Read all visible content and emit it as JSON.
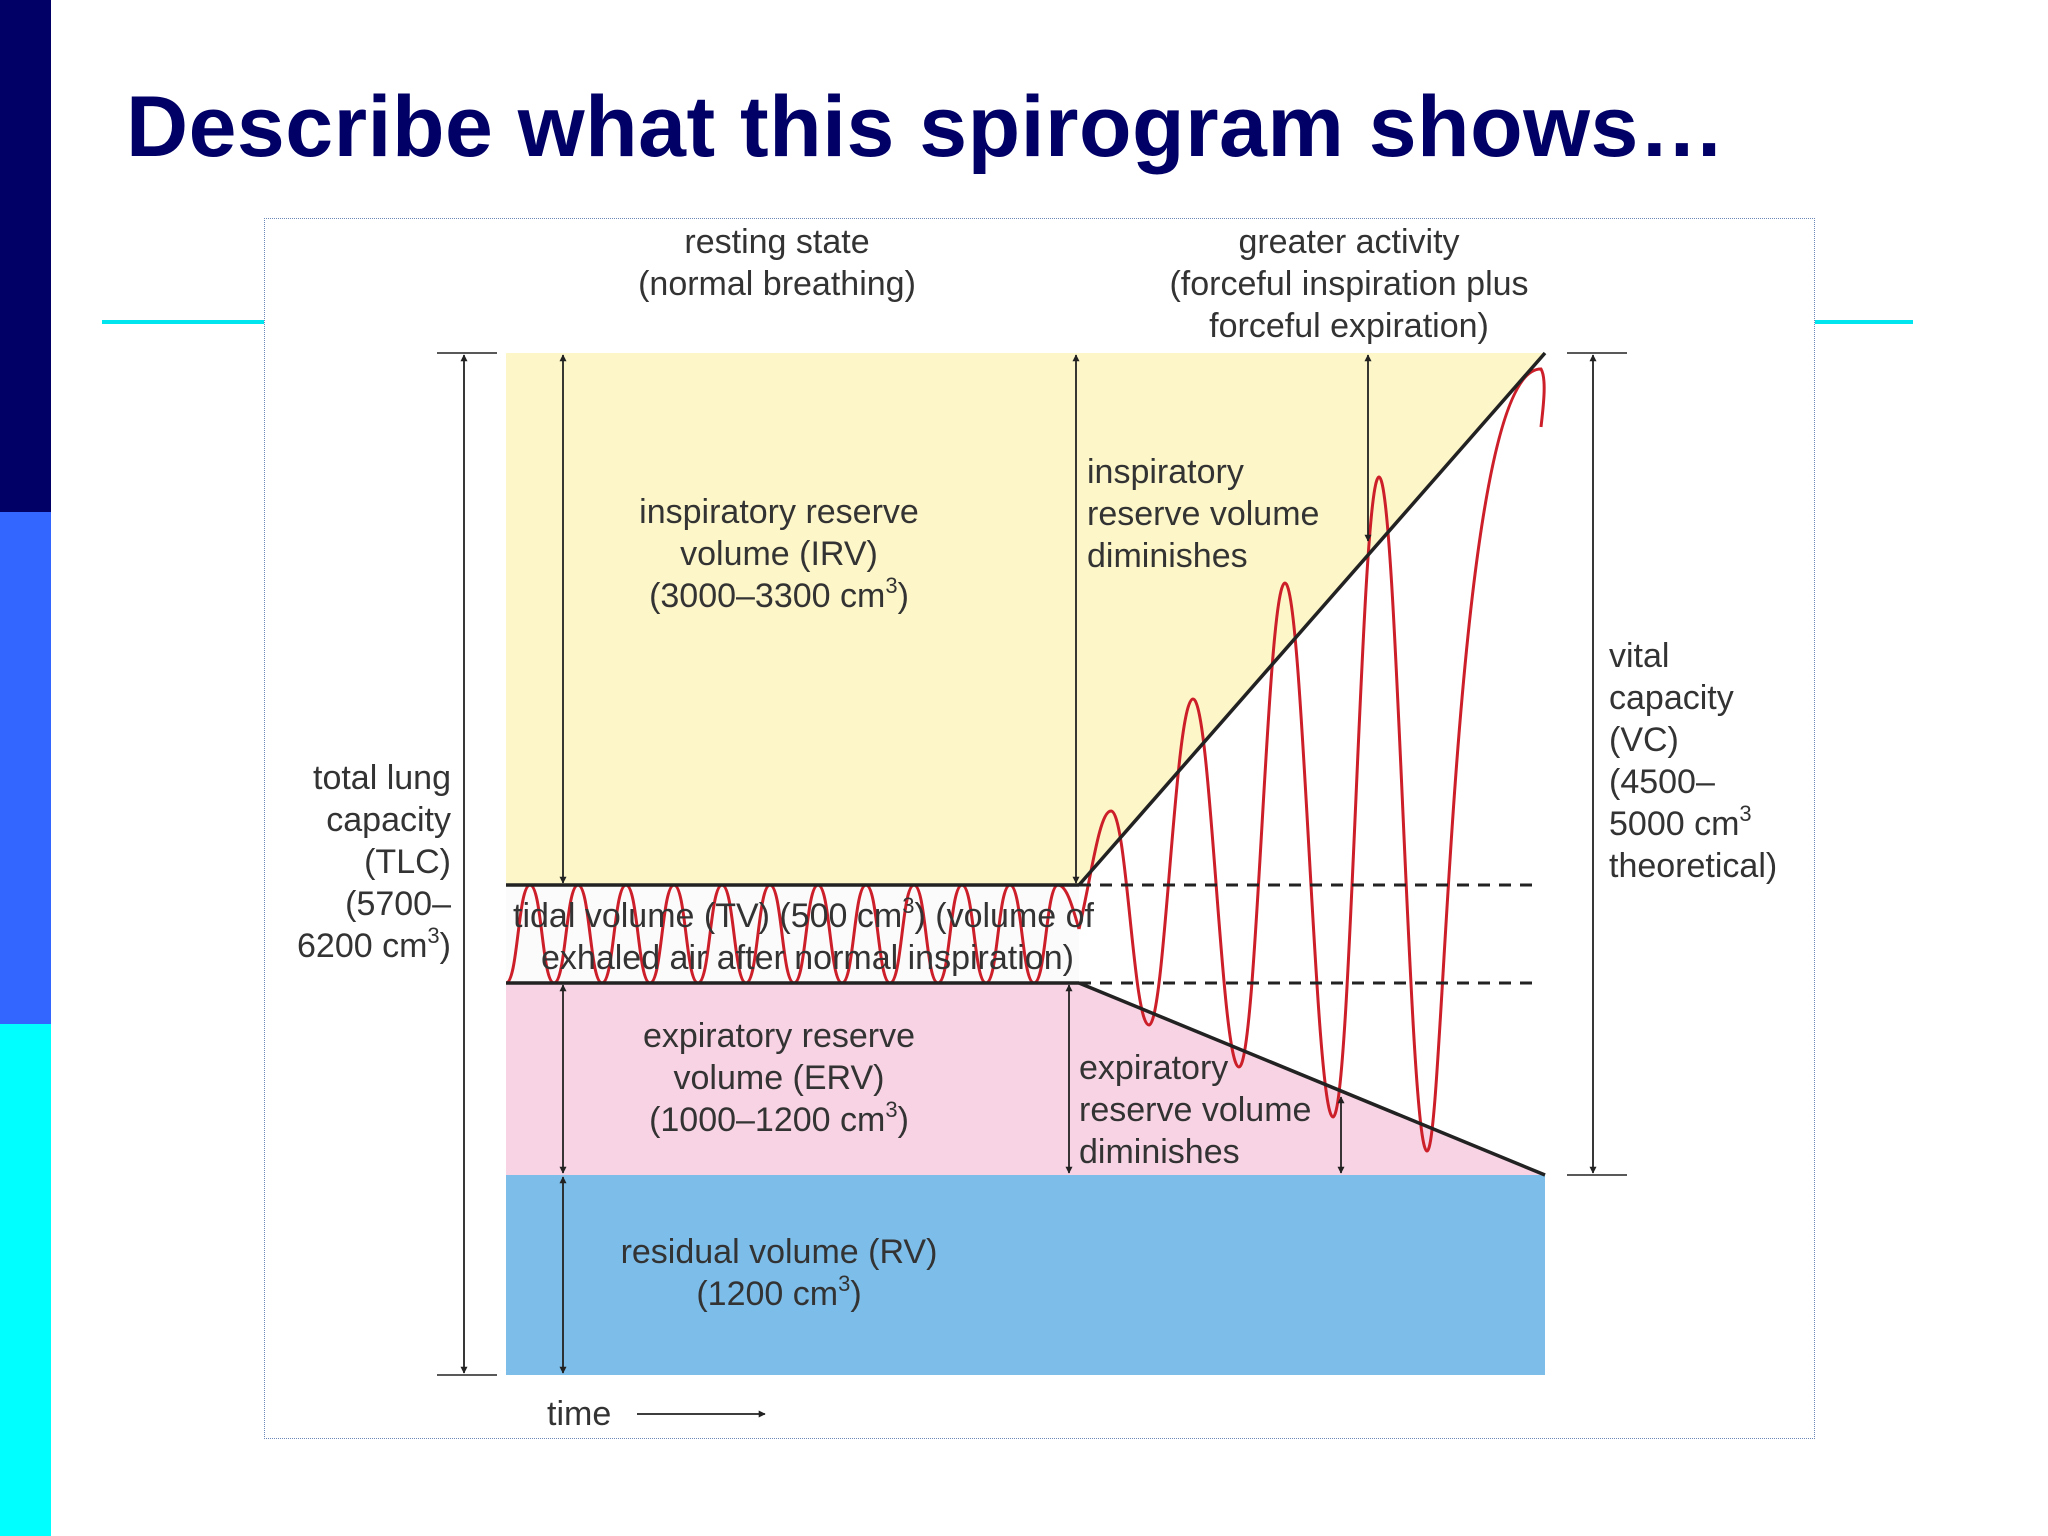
{
  "slide": {
    "title": "Describe what this spirogram shows…",
    "colors": {
      "title": "#000066",
      "bar_top": "#000066",
      "bar_middle": "#3366ff",
      "bar_bottom": "#00ffff",
      "rule": "#00e5ee"
    }
  },
  "diagram": {
    "colors": {
      "irv_fill": "#fdf6c8",
      "erv_fill": "#f7d3e3",
      "rv_fill": "#7dbde9",
      "tidal_fill": "#fbfbfb",
      "trace": "#cc1f2a",
      "line": "#222222",
      "text": "#333333"
    },
    "header_rest": [
      "resting state",
      "(normal breathing)"
    ],
    "header_active": [
      "greater activity",
      "(forceful inspiration plus",
      "forceful expiration)"
    ],
    "irv": {
      "lines": [
        "inspiratory reserve",
        "volume (IRV)"
      ],
      "range": "(3000–3300 cm",
      "unit_exp": "3",
      "close": ")"
    },
    "irv_diminishes": [
      "inspiratory",
      "reserve volume",
      "diminishes"
    ],
    "tidal": {
      "line1a": "tidal volume (TV) (500 cm",
      "line1b": ") (volume of",
      "exp": "3",
      "line2": "exhaled air after normal inspiration)"
    },
    "erv": {
      "lines": [
        "expiratory reserve",
        "volume (ERV)"
      ],
      "range": "(1000–1200 cm",
      "unit_exp": "3",
      "close": ")"
    },
    "erv_diminishes": [
      "expiratory",
      "reserve volume",
      "diminishes"
    ],
    "rv": {
      "line1": "residual volume (RV)",
      "range": "(1200 cm",
      "unit_exp": "3",
      "close": ")"
    },
    "tlc": {
      "lines": [
        "total lung",
        "capacity",
        "(TLC)",
        "(5700–"
      ],
      "range": "6200 cm",
      "unit_exp": "3",
      "close": ")"
    },
    "vc": {
      "lines": [
        "vital",
        "capacity",
        "(VC)",
        "(4500–"
      ],
      "range": "5000 cm",
      "unit_exp": "3",
      "last": "theoretical)"
    },
    "time_label": "time"
  }
}
